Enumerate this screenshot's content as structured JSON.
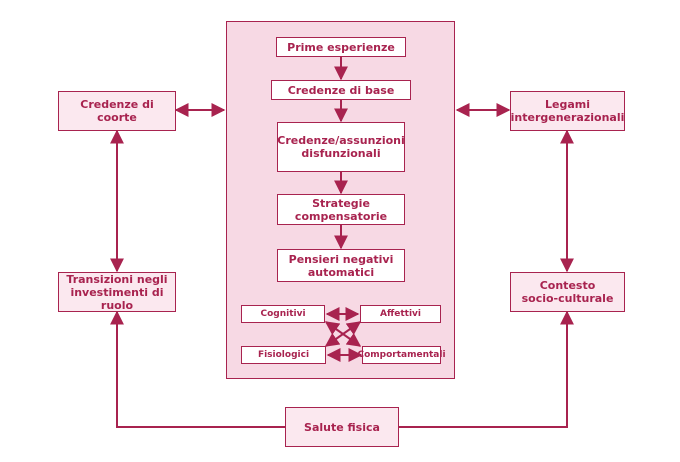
{
  "colors": {
    "accent": "#a8234f",
    "box_fill": "#fbe8ef",
    "frame_fill": "#f7d9e4"
  },
  "nodes": {
    "prime_esperienze": "Prime esperienze",
    "credenze_di_base": "Credenze di base",
    "credenze_disfunzionali": "Credenze/assunzioni\ndisfunzionali",
    "strategie_compensatorie": "Strategie\ncompensatorie",
    "pensieri_negativi": "Pensieri negativi\nautomatici",
    "cognitivi": "Cognitivi",
    "affettivi": "Affettivi",
    "fisiologici": "Fisiologici",
    "comportamentali": "Comportamentali",
    "credenze_di_coorte": "Credenze di\ncoorte",
    "transizioni": "Transizioni negli\ninvestimenti di ruolo",
    "legami": "Legami\nintergenerazionali",
    "contesto": "Contesto\nsocio-culturale",
    "salute_fisica": "Salute fisica"
  }
}
